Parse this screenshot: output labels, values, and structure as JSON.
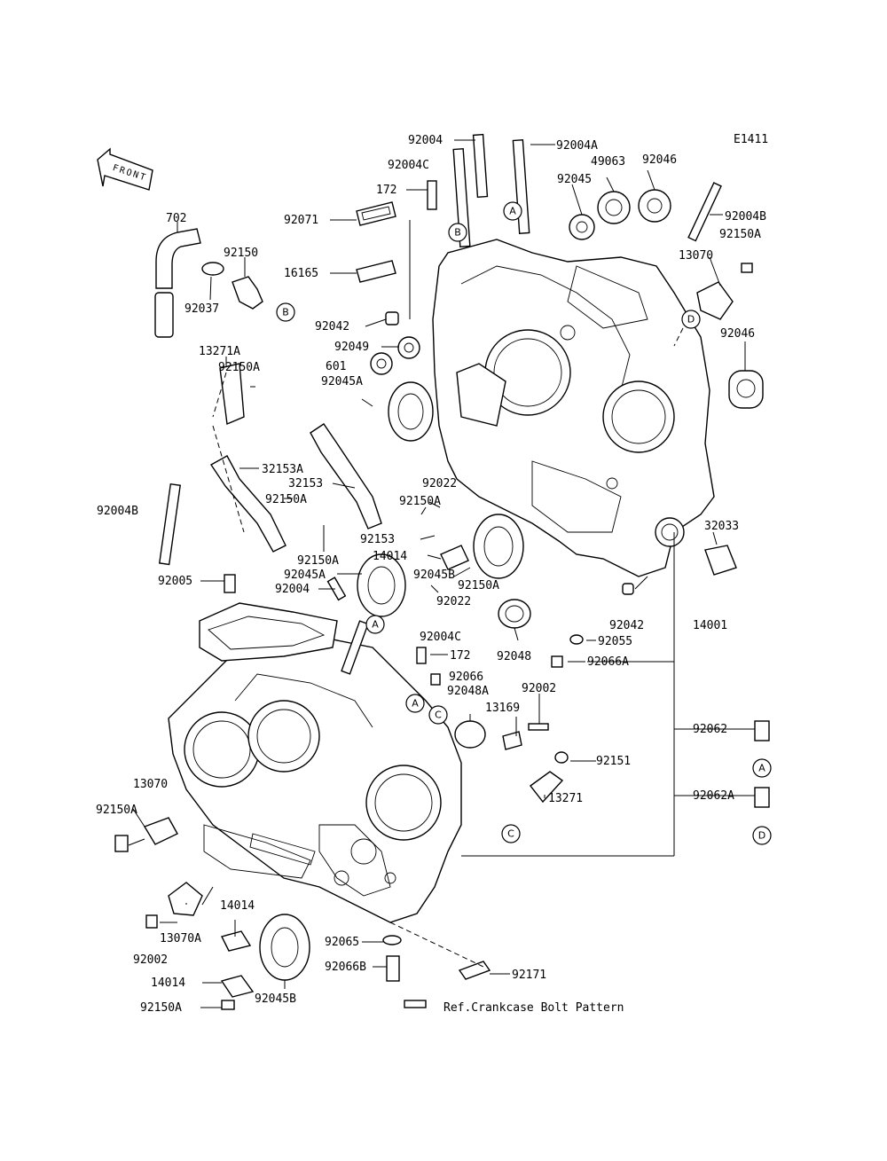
{
  "diagram_code": "E1411",
  "front_label": "FRONT",
  "reference_note": "Ref.Crankcase Bolt Pattern",
  "callouts": {
    "a": "A",
    "b": "B",
    "c": "C",
    "d": "D"
  },
  "parts": {
    "p92004": "92004",
    "p92004A": "92004A",
    "p92004B": "92004B",
    "p92004C": "92004C",
    "p172": "172",
    "p49063": "49063",
    "p92046": "92046",
    "p92045": "92045",
    "p92150A": "92150A",
    "p13070": "13070",
    "p702": "702",
    "p92150": "92150",
    "p92071": "92071",
    "p16165": "16165",
    "p92037": "92037",
    "p92042": "92042",
    "p92049": "92049",
    "p601": "601",
    "p13271A": "13271A",
    "p92045A": "92045A",
    "p32153A": "32153A",
    "p32153": "32153",
    "p92022": "92022",
    "p92153": "92153",
    "p14014": "14014",
    "p92045B": "92045B",
    "p32033": "32033",
    "p92005": "92005",
    "p14001": "14001",
    "p92055": "92055",
    "p92048": "92048",
    "p92066A": "92066A",
    "p92066": "92066",
    "p92048A": "92048A",
    "p92002": "92002",
    "p13169": "13169",
    "p92062": "92062",
    "p92151": "92151",
    "p92062A": "92062A",
    "p13271": "13271",
    "p13070A": "13070A",
    "p92065": "92065",
    "p92066B": "92066B",
    "p92171": "92171"
  }
}
